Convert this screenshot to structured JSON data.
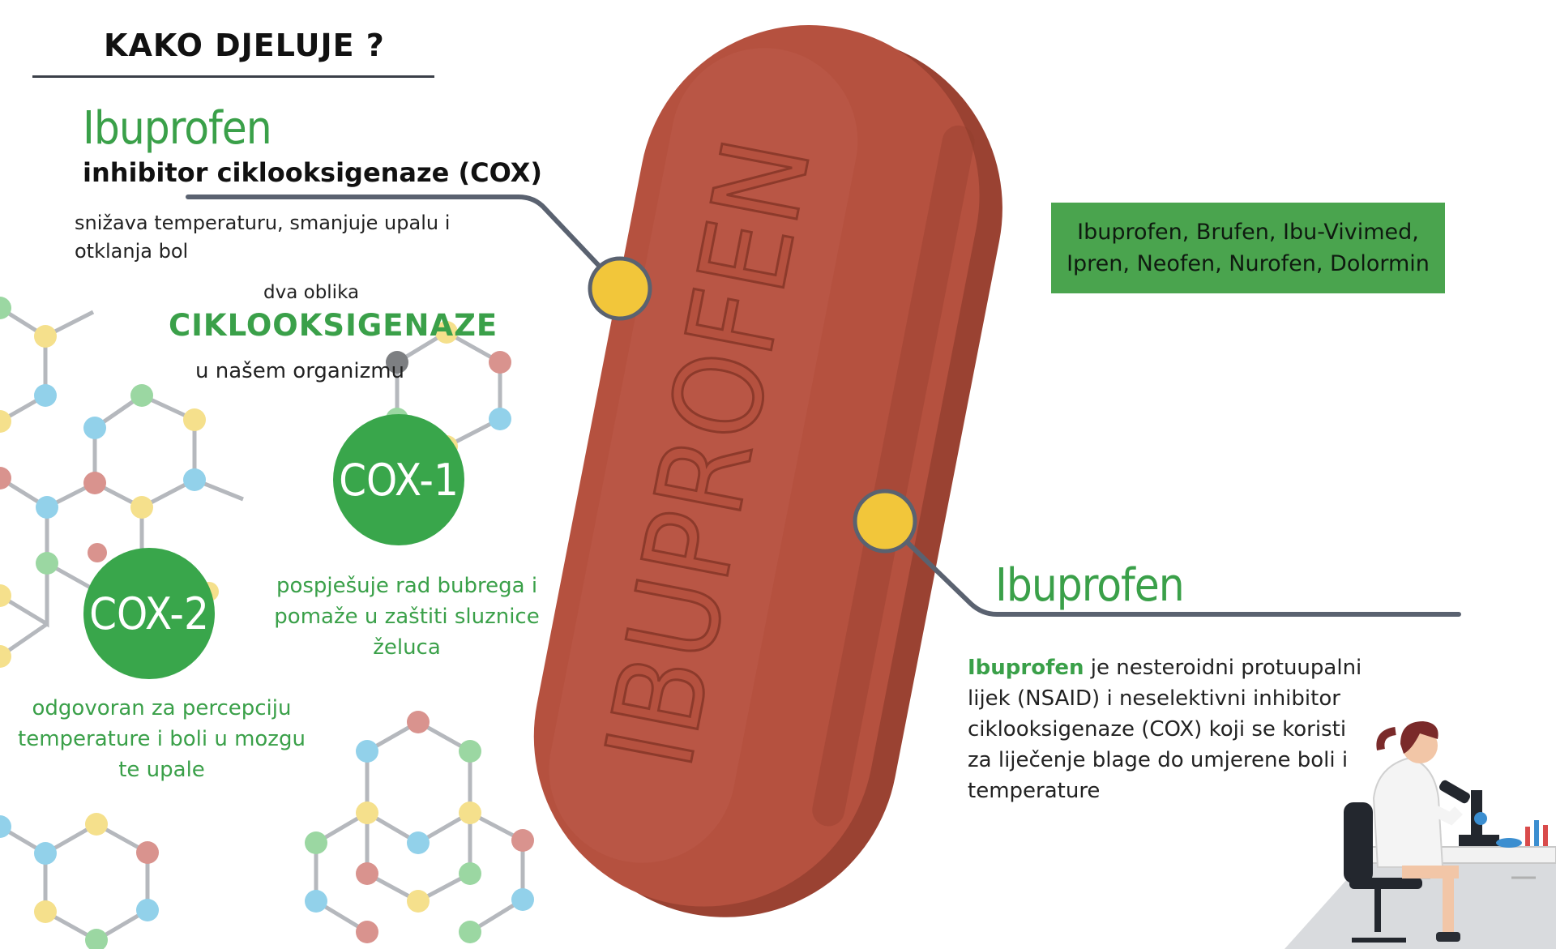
{
  "header": {
    "title": "KAKO DJELUJE ?"
  },
  "left_section": {
    "heading": "Ibuprofen",
    "subheading": "inhibitor ciklooksigenaze (COX)",
    "description": "snižava temperaturu, smanjuje upalu i otklanja bol",
    "two_forms": "dva oblika",
    "cox_word": "CIKLOOKSIGENAZE",
    "in_body": "u našem organizmu"
  },
  "cox1": {
    "label": "COX-1",
    "description": "pospješuje rad bubrega i pomaže u zaštiti sluznice želuca"
  },
  "cox2": {
    "label": "COX-2",
    "description": "odgovoran za percepciju temperature i boli u mozgu te upale"
  },
  "pill": {
    "imprint": "IBUPROFEN"
  },
  "brands": {
    "line1": "Ibuprofen, Brufen, Ibu-Vivimed,",
    "line2": "Ipren, Neofen, Nurofen, Dolormin"
  },
  "right_section": {
    "heading": "Ibuprofen",
    "desc_strong": "Ibuprofen",
    "desc_rest": " je nesteroidni protuupalni lijek (NSAID) i neselektivni inhibitor ciklooksigenaze (COX) koji se koristi za liječenje blage do umjerene boli i temperature"
  },
  "colors": {
    "green": "#3aa049",
    "pill": "#b5513f",
    "pill_dark": "#9a4232",
    "connector": "#5a6270",
    "dot": "#f2c63a"
  },
  "icons": [
    "molecule-network",
    "scientist-with-microscope"
  ]
}
